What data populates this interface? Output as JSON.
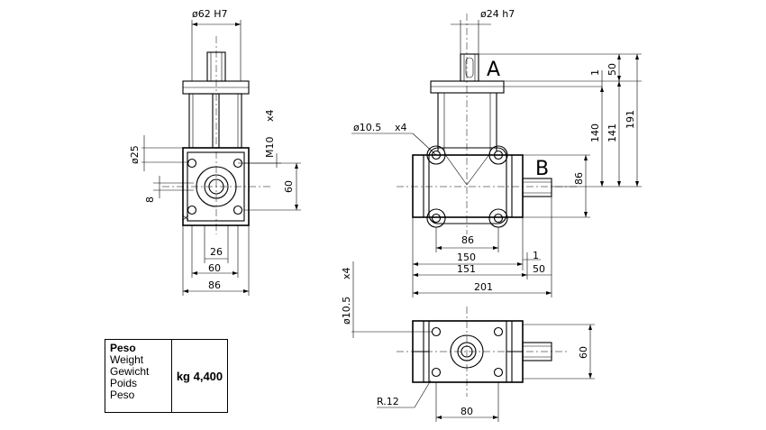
{
  "dimensions": {
    "d62": "ø62  H7",
    "d24": "ø24  h7",
    "d25": "ø25",
    "m10": "M10",
    "x4_a": "x4",
    "d10_5a": "ø10.5",
    "x4_b": "x4",
    "d10_5b": "ø10.5",
    "x4_c": "x4",
    "v8": "8",
    "v60_side": "60",
    "v26": "26",
    "v60_bottom": "60",
    "v86_bottom": "86",
    "v1_top": "1",
    "v50_top": "50",
    "v140": "140",
    "v141": "141",
    "v191": "191",
    "v86_right": "86",
    "v86_mid": "86",
    "v150": "150",
    "v1_mid": "1",
    "v151": "151",
    "v50_mid": "50",
    "v201": "201",
    "v60_plan": "60",
    "r12": "R.12",
    "v80": "80"
  },
  "labels": {
    "a": "A",
    "b": "B"
  },
  "weight_table": {
    "labels": [
      "Peso",
      "Weight",
      "Gewicht",
      "Poids",
      "Peso"
    ],
    "value": "kg 4,400"
  }
}
